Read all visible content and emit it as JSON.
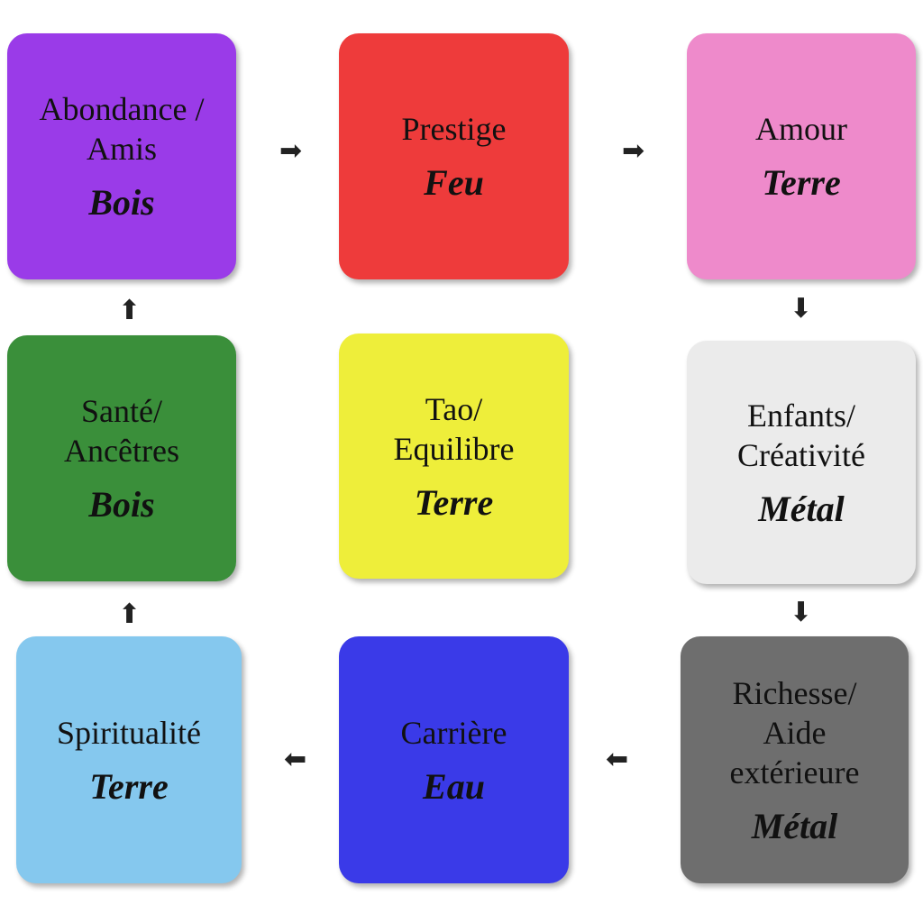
{
  "boxes": [
    {
      "label": "Abondance / Amis",
      "element": "Bois",
      "color": "#9a3be8"
    },
    {
      "label": "Prestige",
      "element": "Feu",
      "color": "#ee3b3b"
    },
    {
      "label": "Amour",
      "element": "Terre",
      "color": "#ee8acb"
    },
    {
      "label": "Santé/ Ancêtres",
      "element": "Bois",
      "color": "#3a8f3a"
    },
    {
      "label": "Tao/ Equilibre",
      "element": "Terre",
      "color": "#eeee3a"
    },
    {
      "label": "Enfants/ Créativité",
      "element": "Métal",
      "color": "#ebebeb"
    },
    {
      "label": "Spiritualité",
      "element": "Terre",
      "color": "#85c8ee"
    },
    {
      "label": "Carrière",
      "element": "Eau",
      "color": "#3a3ae8"
    },
    {
      "label": "Richesse/ Aide extérieure",
      "element": "Métal",
      "color": "#6e6e6e"
    }
  ],
  "arrows": {
    "right": "➡",
    "down": "⬇",
    "left": "⬅",
    "up": "⬆"
  }
}
